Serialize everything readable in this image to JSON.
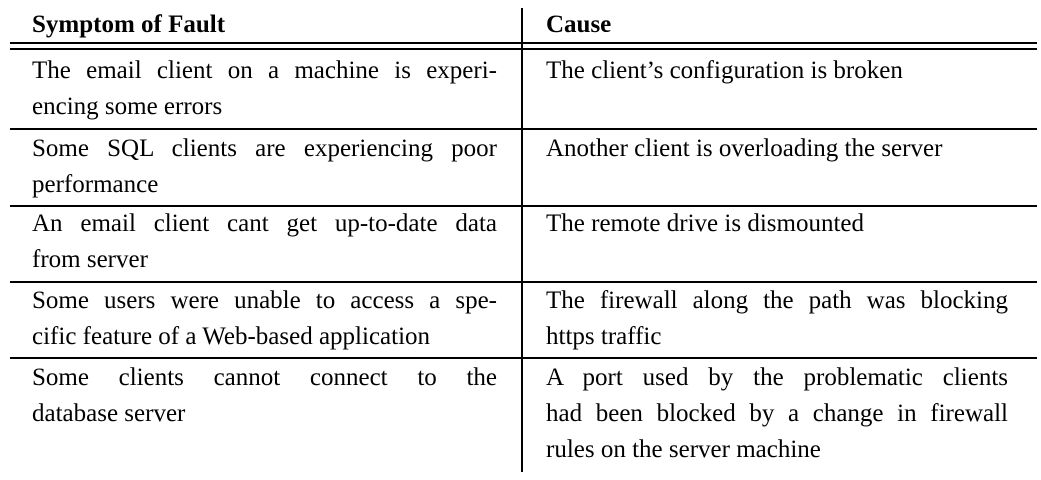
{
  "table": {
    "headers": {
      "symptom": "Symptom of Fault",
      "cause": "Cause"
    },
    "rows": [
      {
        "symptom": [
          "The email client on a machine is experi-",
          "encing some errors"
        ],
        "cause": [
          "The client’s configuration is broken"
        ]
      },
      {
        "symptom": [
          "Some SQL clients are experiencing poor",
          "performance"
        ],
        "cause": [
          "Another client is overloading the server"
        ]
      },
      {
        "symptom": [
          "An email client cant get up-to-date data",
          "from server"
        ],
        "cause": [
          "The remote drive is dismounted"
        ]
      },
      {
        "symptom": [
          "Some users were unable to access a spe-",
          "cific feature of a Web-based application"
        ],
        "cause": [
          "The firewall along the path was blocking",
          "https traffic"
        ]
      },
      {
        "symptom": [
          "Some clients cannot connect to the",
          "database server"
        ],
        "cause": [
          "A port used by the problematic clients",
          "had been blocked by a change in firewall",
          "rules on the server machine"
        ]
      }
    ]
  }
}
